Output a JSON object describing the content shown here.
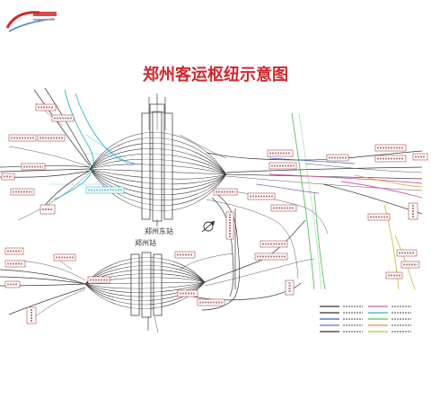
{
  "title": "郑州客运枢纽示意图",
  "stations": {
    "zhengzhou_east": "郑州东站",
    "zhengzhou": "郑州站"
  },
  "icons": {
    "logo": "railway-site-logo",
    "north_arrow": "north-arrow-icon"
  },
  "colors": {
    "title": "#d0262c",
    "track": "#3a3a3a",
    "label_box": "#a84a4a",
    "cyan_line": "#2bb5c9",
    "green_line": "#5cbf5c",
    "magenta_line": "#d45aa6",
    "purple_line": "#8a62c4",
    "yellow_line": "#c8c23c",
    "orange_line": "#e29a2c",
    "blue_line": "#3565c4"
  },
  "legend": {
    "line_colors": [
      "#333333",
      "#333333",
      "#3565c4",
      "#8a62c4",
      "#333333",
      "#d45aa6",
      "#2bb5c9",
      "#5cbf5c",
      "#e29a2c",
      "#c8c23c"
    ]
  }
}
